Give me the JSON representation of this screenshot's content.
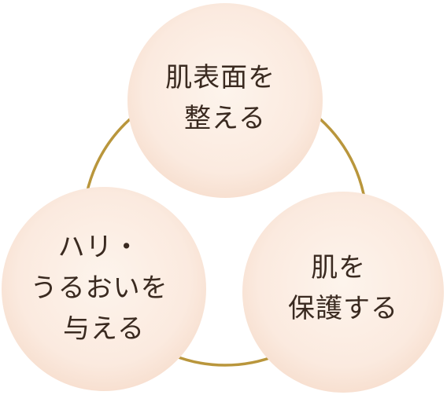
{
  "diagram": {
    "ring_color": "#b9963c",
    "circle_fill_center": "#fdf3ea",
    "circle_fill_edge": "#f8e2d2",
    "text_color": "#3a2a20",
    "nodes": [
      {
        "id": "top",
        "lines": [
          "肌表面を",
          "整える"
        ]
      },
      {
        "id": "left",
        "lines": [
          "ハリ・",
          "うるおいを",
          "与える"
        ]
      },
      {
        "id": "right",
        "lines": [
          "肌を",
          "保護する"
        ]
      }
    ]
  }
}
